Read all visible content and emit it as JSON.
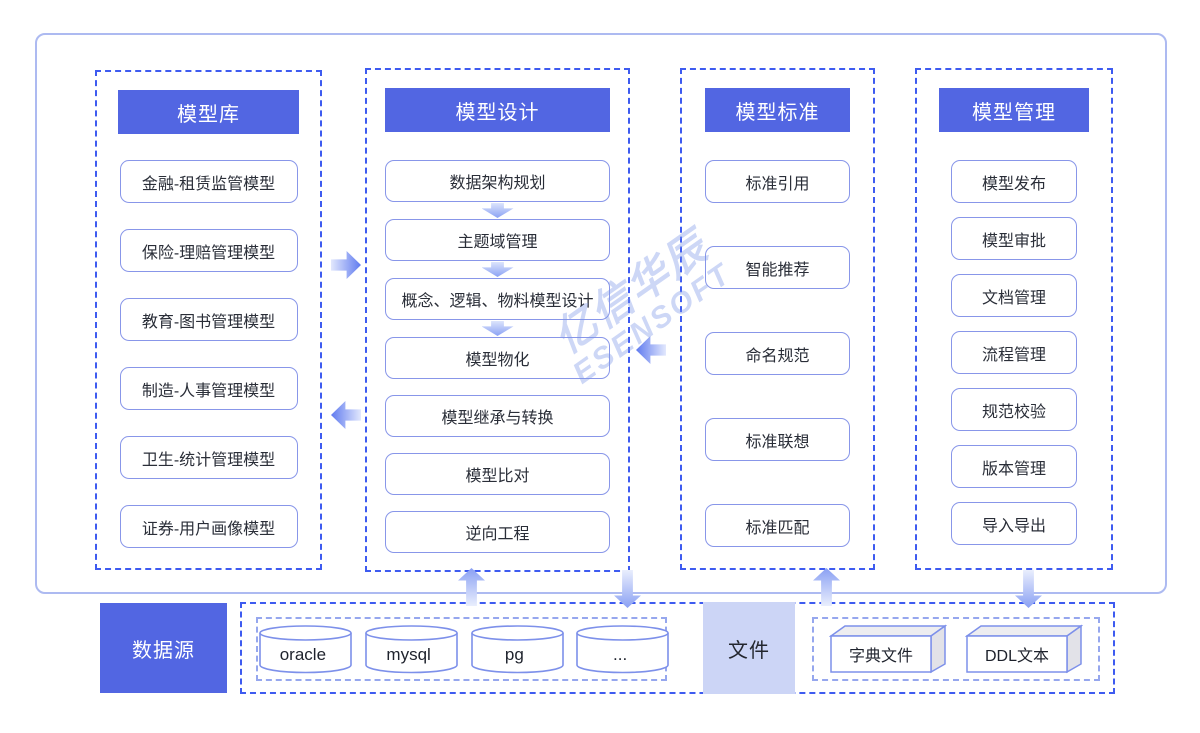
{
  "watermark": {
    "line1": "亿信华辰",
    "line2": "ESENSOFT"
  },
  "columns": [
    {
      "title": "模型库",
      "items": [
        "金融-租赁监管模型",
        "保险-理赔管理模型",
        "教育-图书管理模型",
        "制造-人事管理模型",
        "卫生-统计管理模型",
        "证券-用户画像模型"
      ]
    },
    {
      "title": "模型设计",
      "items": [
        "数据架构规划",
        "主题域管理",
        "概念、逻辑、物料模型设计",
        "模型物化",
        "模型继承与转换",
        "模型比对",
        "逆向工程"
      ]
    },
    {
      "title": "模型标准",
      "items": [
        "标准引用",
        "智能推荐",
        "命名规范",
        "标准联想",
        "标准匹配"
      ]
    },
    {
      "title": "模型管理",
      "items": [
        "模型发布",
        "模型审批",
        "文档管理",
        "流程管理",
        "规范校验",
        "版本管理",
        "导入导出"
      ]
    }
  ],
  "bottom": {
    "datasource_label": "数据源",
    "databases": [
      "oracle",
      "mysql",
      "pg",
      "..."
    ],
    "file_label": "文件",
    "file_artifacts": [
      "字典文件",
      "DDL文本"
    ]
  },
  "colors": {
    "header_blue": "#5266e2",
    "panel_dashed_blue": "#3e5bf0",
    "inner_dashed_blue": "#96a7ee",
    "item_border": "#8896e9",
    "outer_border": "#adbaf1",
    "file_box_fill": "#ccd5f6",
    "watermark_blue": "#7c96e8"
  }
}
